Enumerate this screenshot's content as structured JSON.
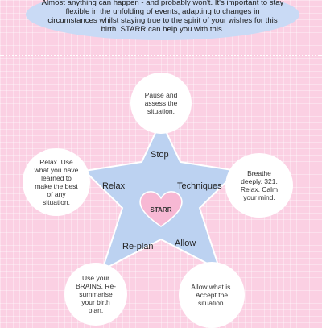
{
  "intro": {
    "text": "Almost anything can happen - and probably won't. It's important to stay flexible in the unfolding of events, adapting to changes in circumstances whilst staying true to the spirit of your wishes for this birth. STARR can help you with this."
  },
  "center": {
    "label": "STARR"
  },
  "steps": {
    "stop": {
      "label": "Stop",
      "description": "Pause and assess the situation."
    },
    "techniques": {
      "label": "Techniques",
      "description": "Breathe deeply. 321. Relax. Calm your mind."
    },
    "allow": {
      "label": "Allow",
      "description": "Allow what is. Accept the situation."
    },
    "replan": {
      "label": "Re-plan",
      "description": "Use your BRAINS. Re-summarise your birth plan."
    },
    "relax": {
      "label": "Relax",
      "description": "Relax. Use what you have learned to make the best of any situation."
    }
  },
  "colors": {
    "background": "#fbd0e3",
    "intro_bubble": "#c9daf5",
    "star": "#bcd2f1",
    "heart": "#f7b8d4",
    "bubble": "#ffffff"
  }
}
